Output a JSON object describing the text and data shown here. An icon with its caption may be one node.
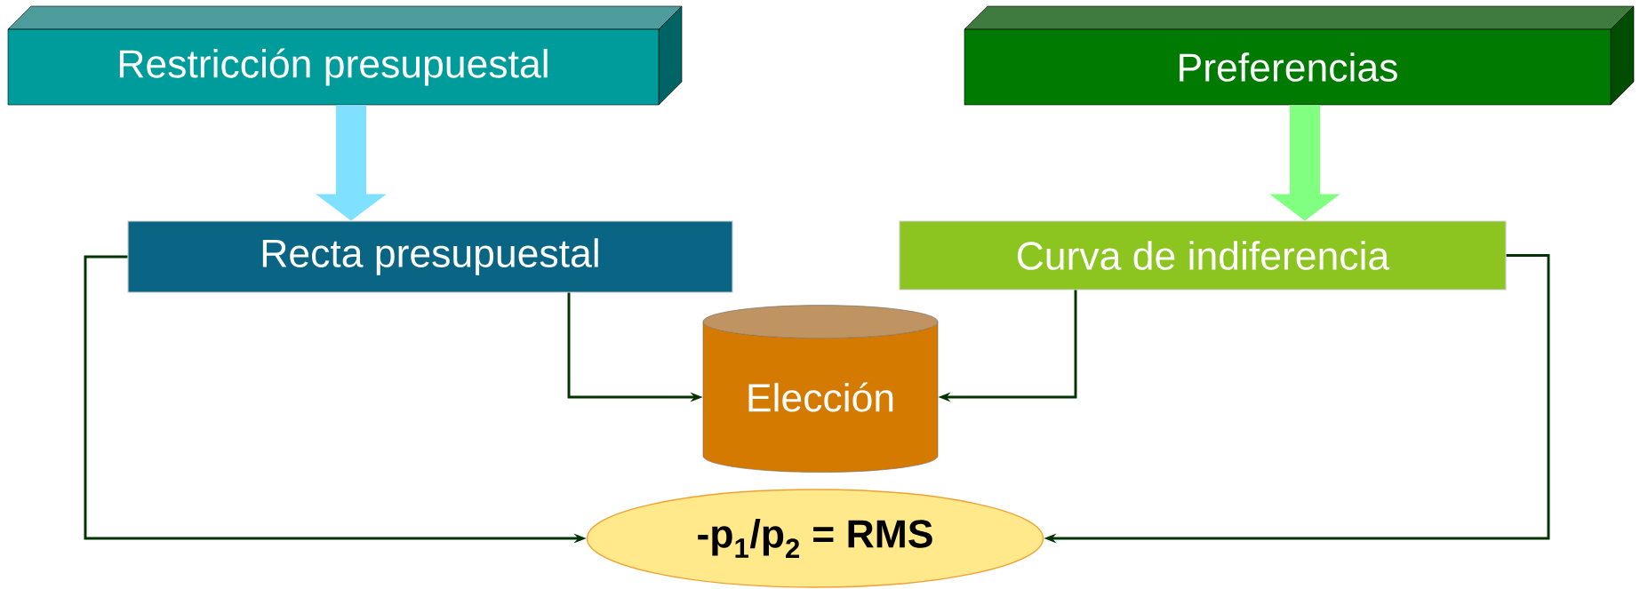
{
  "diagram": {
    "nodes": [
      {
        "text": [
          "Restricción presupuestal"
        ]
      },
      {
        "text": [
          "Preferencias"
        ]
      },
      {
        "text": [
          "Recta presupuestal"
        ]
      },
      {
        "text": [
          "Curva de indiferencia"
        ]
      },
      {
        "text": [
          "Elección"
        ]
      },
      {
        "text": [
          "-p$_{1}$/p$_{2}$ =   RMS"
        ]
      }
    ],
    "edges": [
      {
        "from": 0,
        "to": 2,
        "arrow": "to",
        "style": "thick",
        "color": "#80e0ff"
      },
      {
        "from": 1,
        "to": 3,
        "arrow": "to",
        "style": "thick",
        "color": "#80ff80"
      },
      {
        "from": 2,
        "to": 4,
        "arrow": "to"
      },
      {
        "from": 3,
        "to": 4,
        "arrow": "to"
      },
      {
        "from": 2,
        "to": 5,
        "arrow": "to"
      },
      {
        "from": 3,
        "to": 5,
        "arrow": "to"
      }
    ]
  }
}
